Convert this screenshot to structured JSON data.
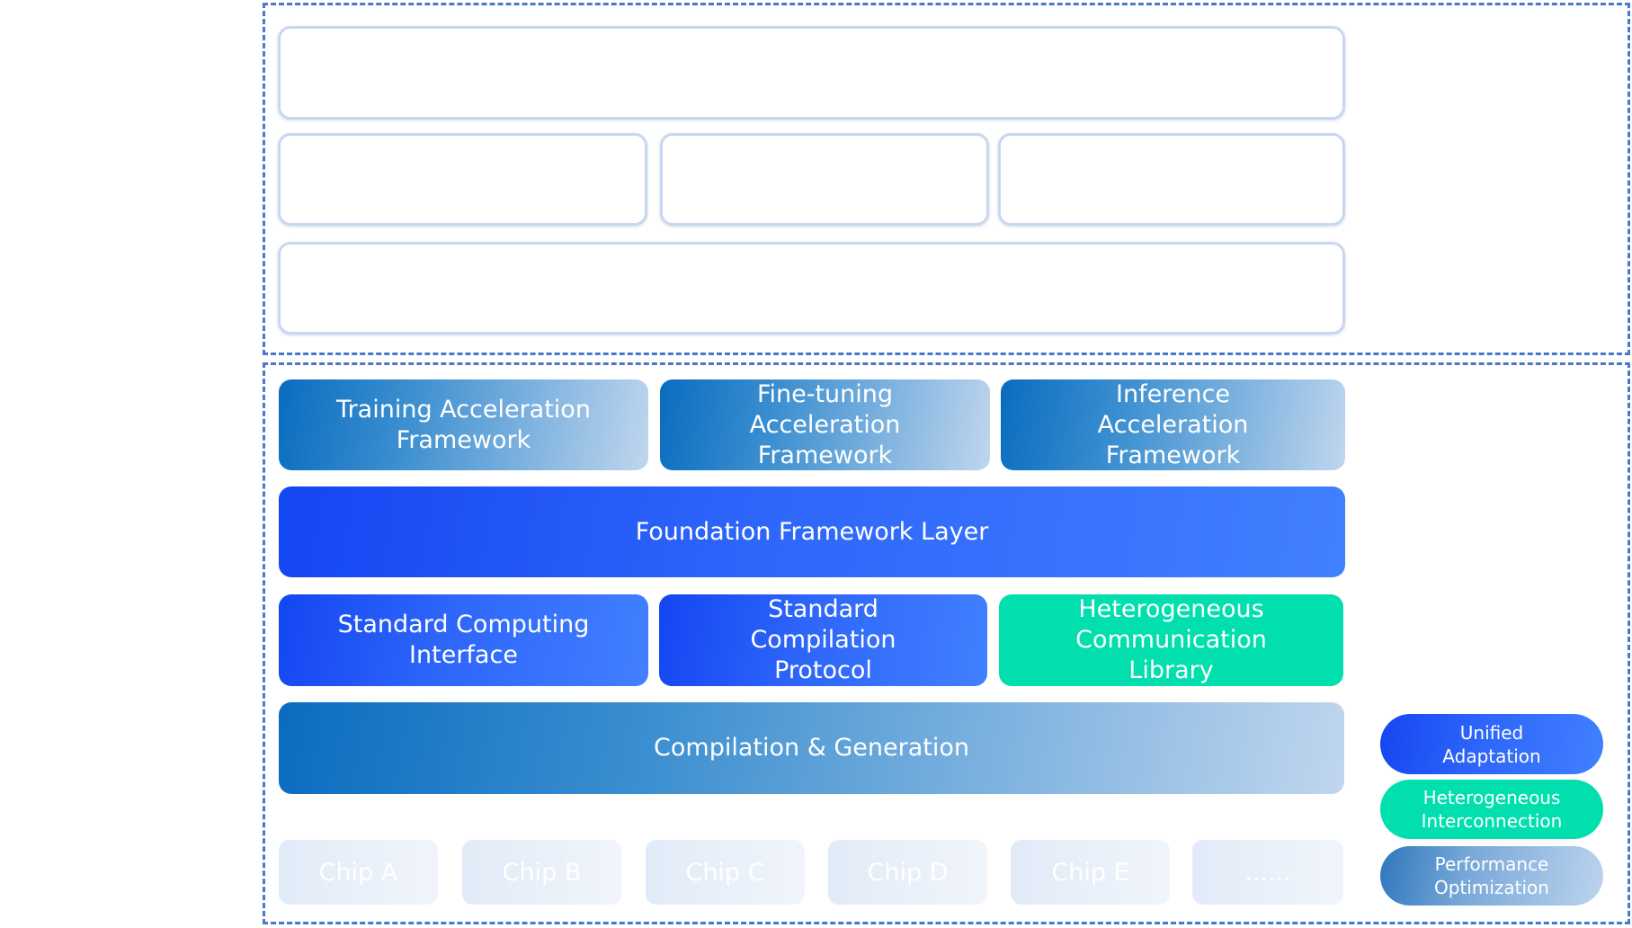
{
  "colors": {
    "dashed_border": "#4a78cc",
    "accel_gradient_start": "#0a6cc0",
    "blue": "#2e66fa",
    "green": "#00dfad",
    "chip": "#e6eef8"
  },
  "upper_section": {
    "placeholder_boxes": [
      "",
      "",
      "",
      "",
      ""
    ]
  },
  "lower_section": {
    "accel_frameworks": [
      "Training Acceleration Framework",
      "Fine-tuning Acceleration Framework",
      "Inference Acceleration Framework"
    ],
    "foundation": "Foundation Framework Layer",
    "middle": [
      "Standard Computing Interface",
      "Standard Compilation Protocol",
      "Heterogeneous Communication Library"
    ],
    "compilation": "Compilation & Generation",
    "chips": [
      "Chip A",
      "Chip B",
      "Chip C",
      "Chip D",
      "Chip E",
      "......"
    ]
  },
  "legend": [
    "Unified Adaptation",
    "Heterogeneous Interconnection",
    "Performance Optimization"
  ]
}
